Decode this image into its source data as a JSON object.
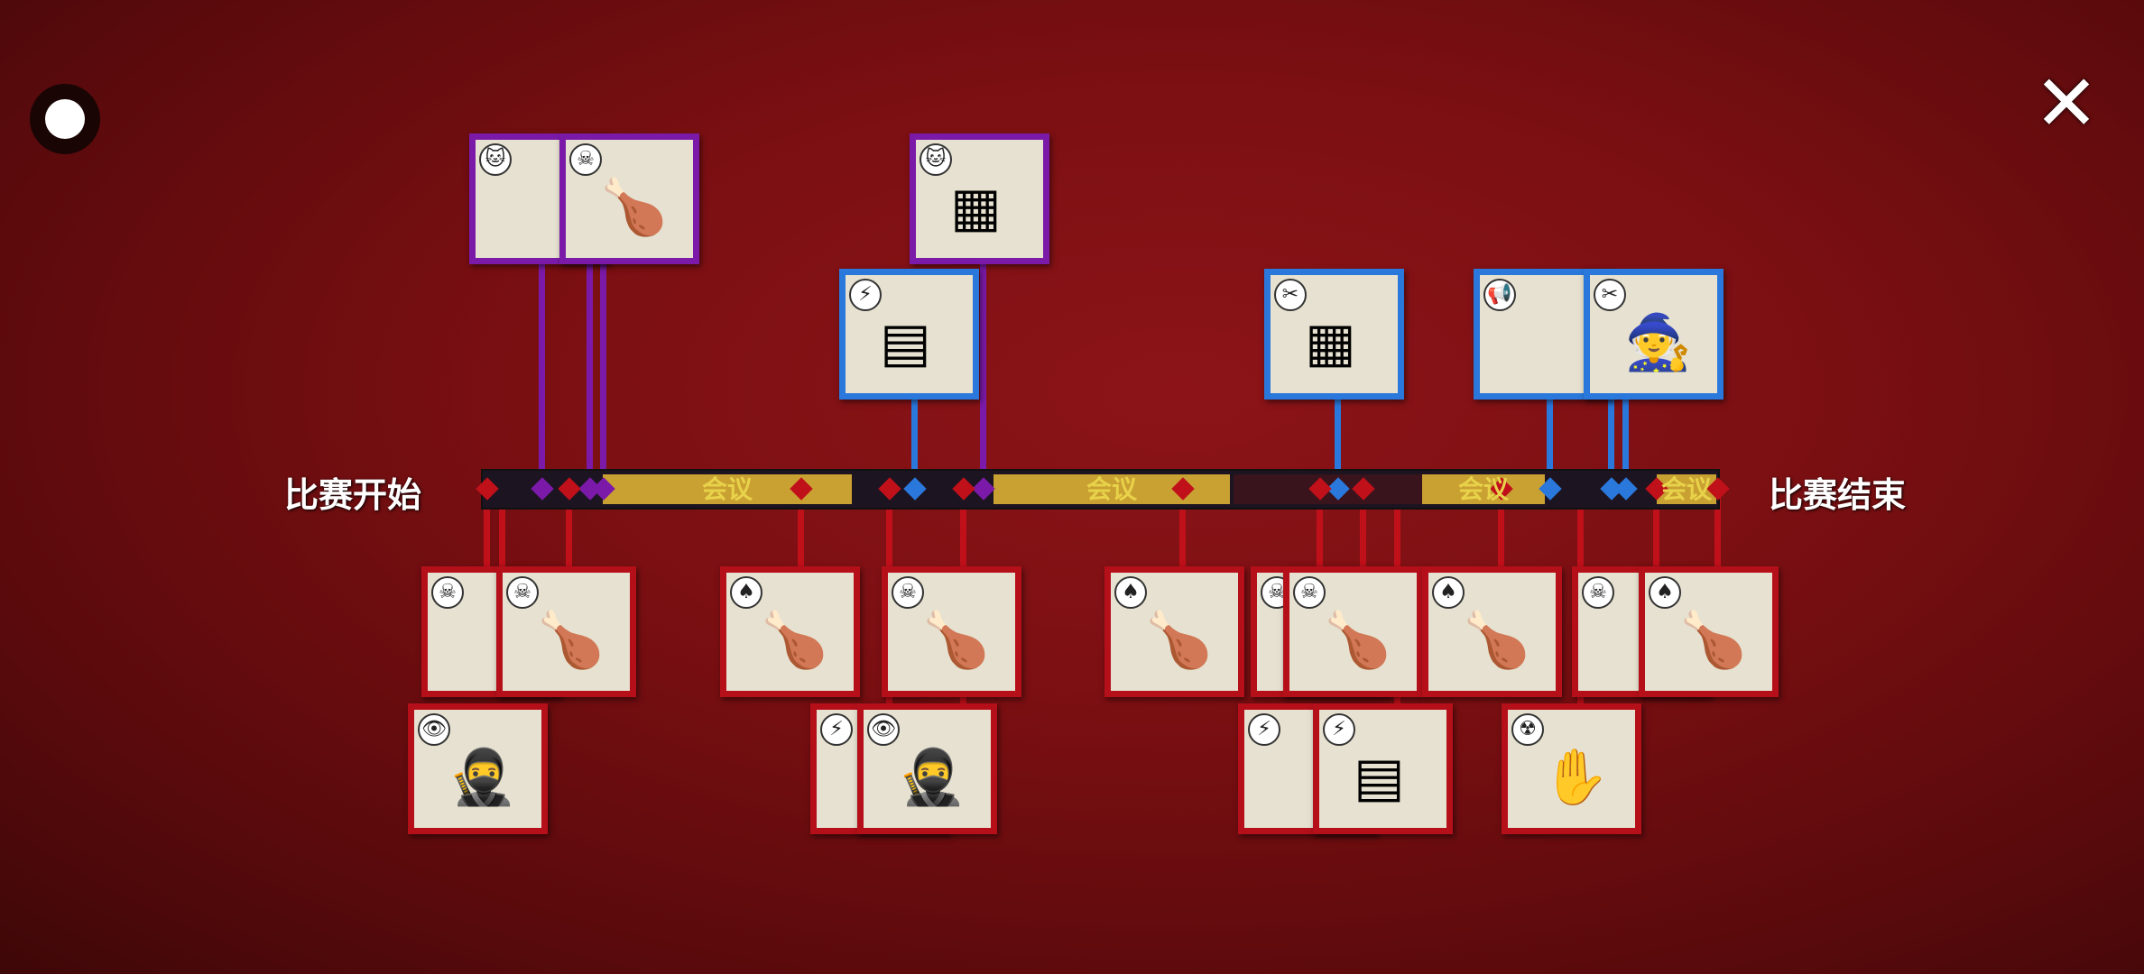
{
  "timeline": {
    "start_label": "比赛开始",
    "end_label": "比赛结束",
    "meeting_label": "会议"
  },
  "icons": {
    "record": "record-icon",
    "close": "close-icon"
  },
  "cards": {
    "sabotage_glyph": "⚡",
    "kill_glyph": "☠",
    "spade_glyph": "♠",
    "eye_glyph": "👁",
    "task_glyph": "✂",
    "horn_glyph": "📢",
    "radiation_glyph": "☢",
    "cat_glyph": "🐱",
    "body_glyph": "🍗",
    "panel_glyph": "▤",
    "map_glyph": "▦",
    "ninja_glyph": "🥷",
    "hand_glyph": "✋",
    "hero_glyph": "🧙"
  },
  "colors": {
    "purple": "#7b1aa8",
    "blue": "#2a78dc",
    "red": "#b5101a",
    "meeting": "#c9a032"
  }
}
